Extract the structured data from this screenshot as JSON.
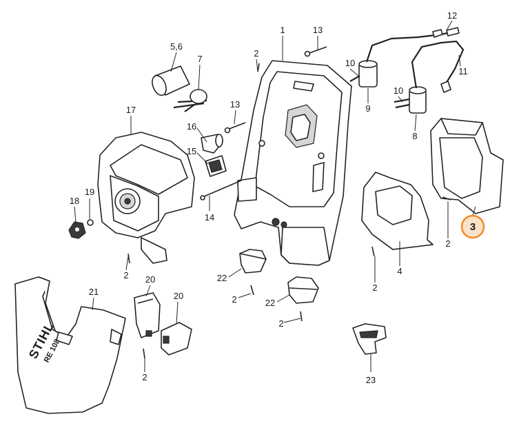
{
  "callouts": {
    "c1": "1",
    "c2a": "2",
    "c2b": "2",
    "c2c": "2",
    "c2d": "2",
    "c2e": "2",
    "c2f": "2",
    "c2g": "2",
    "c3": "3",
    "c4": "4",
    "c56": "5,6",
    "c7": "7",
    "c8": "8",
    "c9": "9",
    "c10a": "10",
    "c10b": "10",
    "c11": "11",
    "c12": "12",
    "c13a": "13",
    "c13b": "13",
    "c14": "14",
    "c15": "15",
    "c16": "16",
    "c17": "17",
    "c18": "18",
    "c19": "19",
    "c20a": "20",
    "c20b": "20",
    "c21": "21",
    "c22a": "22",
    "c22b": "22",
    "c23": "23"
  },
  "brand": {
    "logo_text": "STIHL",
    "model_text": "RE 108"
  },
  "colors": {
    "highlight": "#f08a2a",
    "highlight_fill": "#fbe3c9",
    "line": "#222222"
  }
}
